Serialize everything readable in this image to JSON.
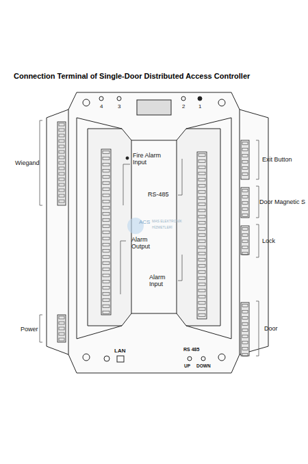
{
  "diagram": {
    "title": "Connection Terminal of Single-Door Distributed Access Controller",
    "labels": [
      "4",
      "3",
      "2",
      "1",
      "Wiegand",
      "Fire Alarm Input",
      "RS-485",
      "Alarm Output",
      "Alarm Input",
      "Power",
      "Exit Button",
      "Door Magnetic S",
      "Lock",
      "Door",
      "LAN",
      "RS 485",
      "UP",
      "DOWN",
      "ACS",
      "MAS ELEKTRONİK",
      "HİZMETLERİ"
    ]
  }
}
